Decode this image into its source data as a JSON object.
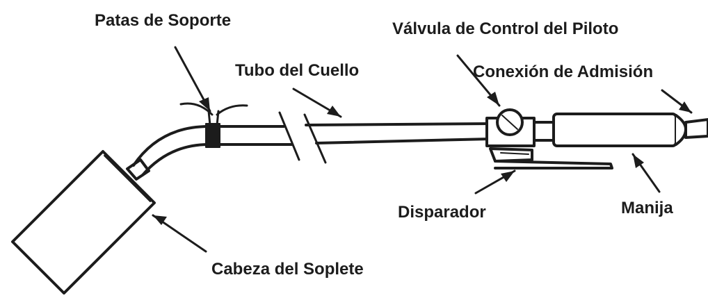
{
  "labels": {
    "support_legs": "Patas de Soporte",
    "pilot_control_valve": "Válvula de Control del Piloto",
    "neck_tube": "Tubo del Cuello",
    "inlet_connection": "Conexión de Admisión",
    "trigger": "Disparador",
    "handle": "Manija",
    "torch_head": "Cabeza del Soplete"
  },
  "colors": {
    "line": "#1c1c1c",
    "background": "#ffffff"
  }
}
